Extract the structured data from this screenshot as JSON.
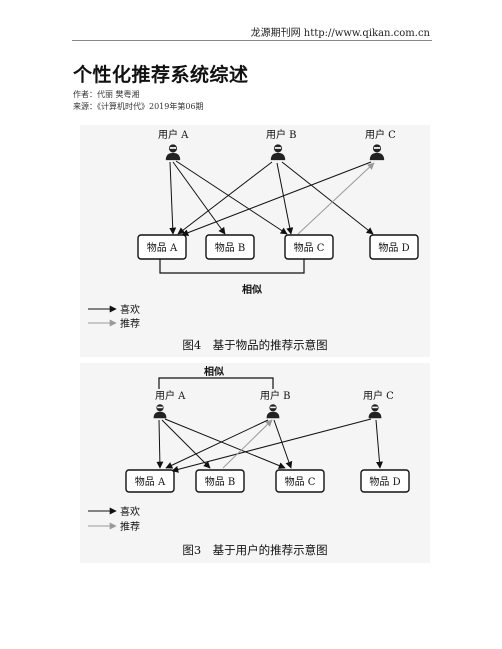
{
  "header": {
    "site": "龙源期刊网 http://www.qikan.com.cn"
  },
  "article": {
    "title": "个性化推荐系统综述",
    "authors": "作者：代丽 樊粤湘",
    "source": "来源：《计算机时代》2019年第06期"
  },
  "figure4": {
    "users": [
      "用户 A",
      "用户 B",
      "用户 C"
    ],
    "items": [
      "物品 A",
      "物品 B",
      "物品 C",
      "物品 D"
    ],
    "similar_label": "相似",
    "legend_like": "喜欢",
    "legend_recommend": "推荐",
    "caption": "图4　基于物品的推荐示意图"
  },
  "figure3": {
    "users": [
      "用户 A",
      "用户 B",
      "用户 C"
    ],
    "items": [
      "物品 A",
      "物品 B",
      "物品 C",
      "物品 D"
    ],
    "similar_label": "相似",
    "legend_like": "喜欢",
    "legend_recommend": "推荐",
    "caption": "图3　基于用户的推荐示意图"
  },
  "colors": {
    "like_arrow": "#111111",
    "recommend_arrow": "#9a9a9a",
    "figure_bg": "#f3f3f3"
  }
}
